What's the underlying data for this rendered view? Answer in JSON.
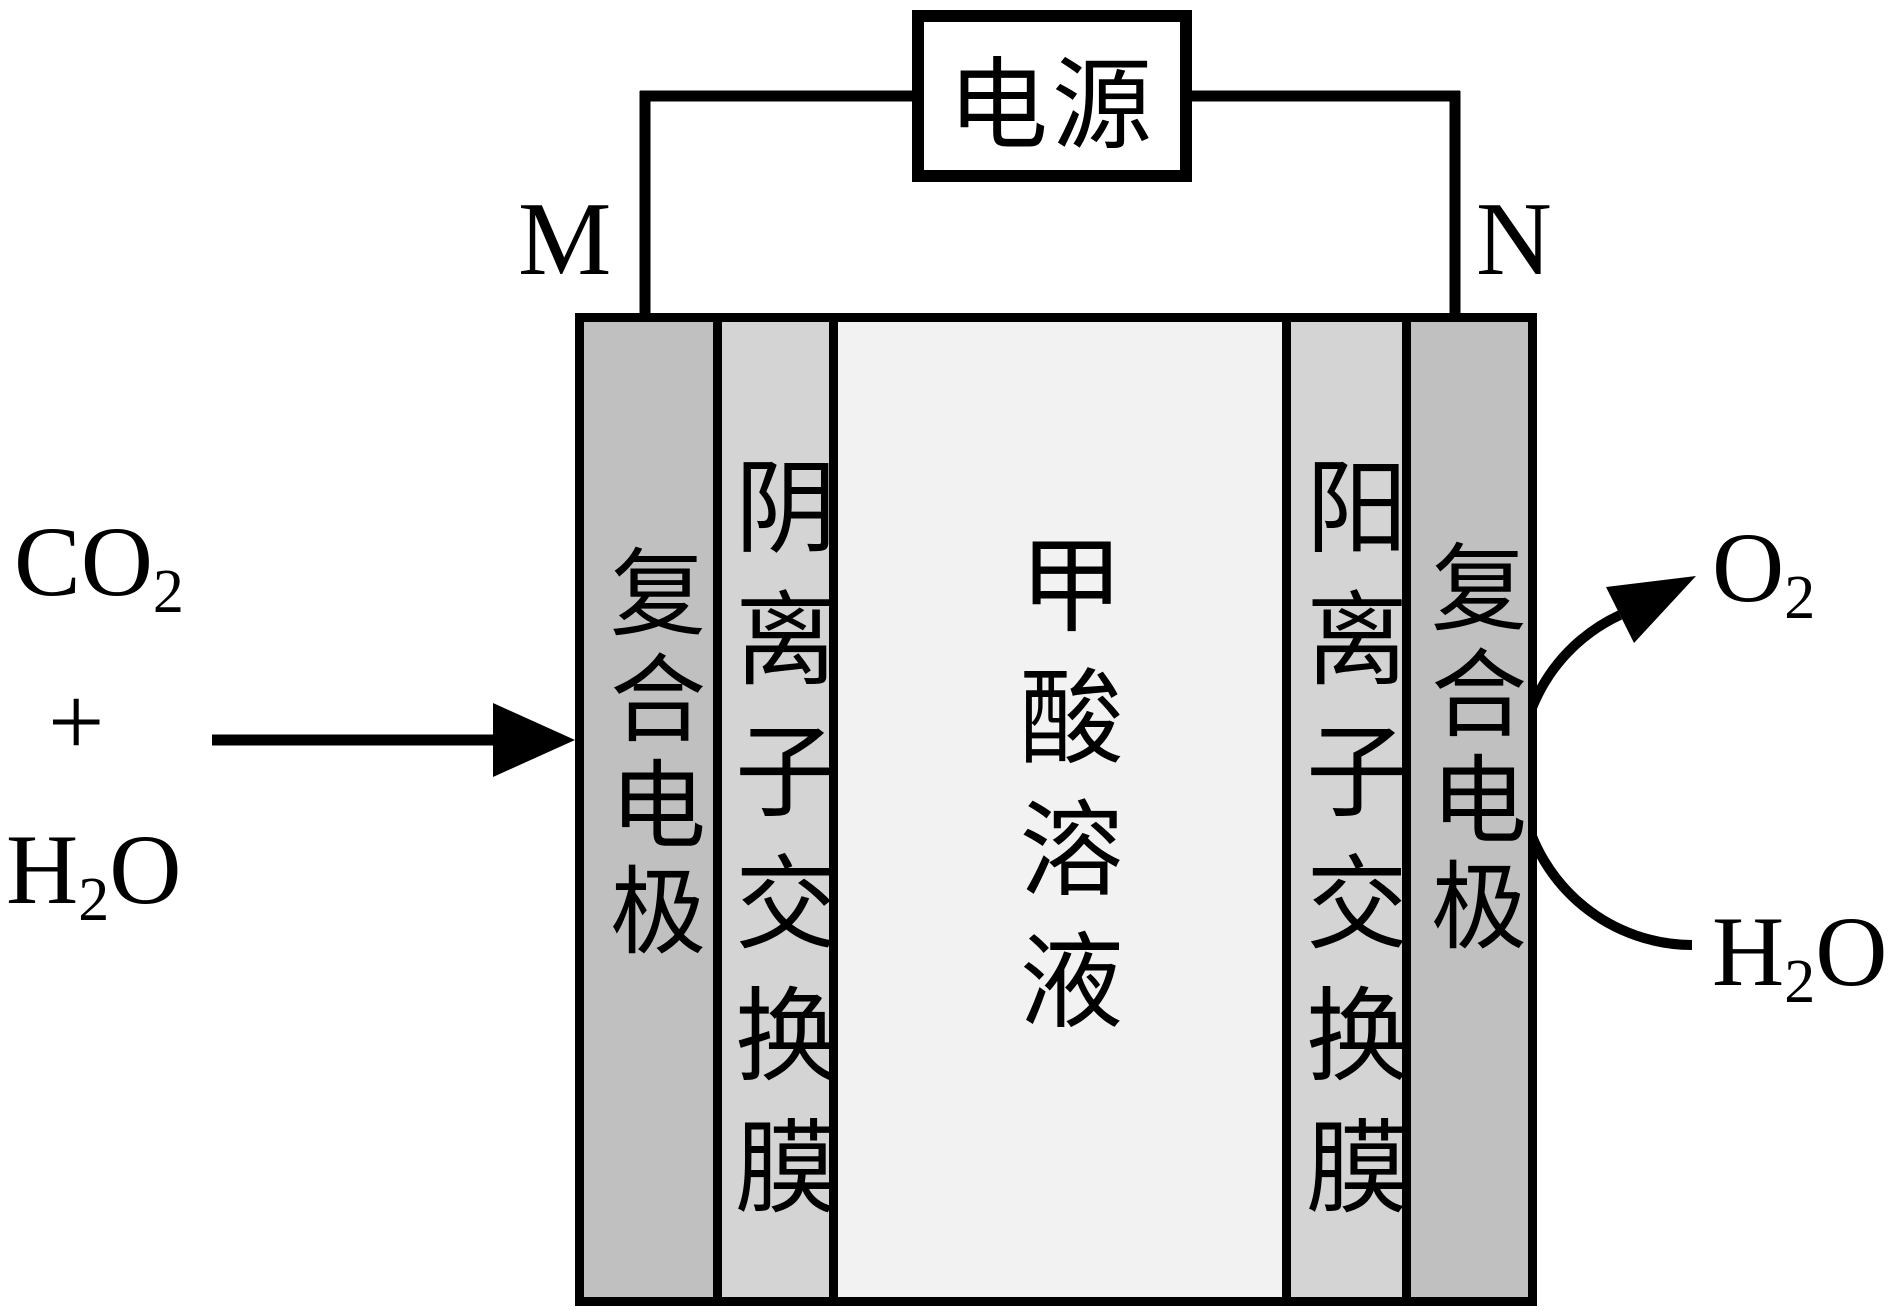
{
  "diagram": {
    "power_supply": {
      "label": "电源"
    },
    "terminals": {
      "left": "M",
      "right": "N"
    },
    "cell": {
      "layers": [
        {
          "id": "left-composite-electrode",
          "label": "复合电极",
          "color": "#c0c0c0"
        },
        {
          "id": "anion-exchange-membrane",
          "label": "阴离子交换膜",
          "color": "#d4d4d4"
        },
        {
          "id": "formic-acid-solution",
          "label": "甲酸溶液",
          "color": "#f2f2f2"
        },
        {
          "id": "cation-exchange-membrane",
          "label": "阳离子交换膜",
          "color": "#d4d4d4"
        },
        {
          "id": "right-composite-electrode",
          "label": "复合电极",
          "color": "#c0c0c0"
        }
      ],
      "border_color": "#000000"
    },
    "left_reactants": {
      "co2": {
        "base": "CO",
        "sub": "2"
      },
      "plus": "+",
      "h2o": {
        "h": "H",
        "sub": "2",
        "o": "O"
      }
    },
    "right_products": {
      "o2": {
        "base": "O",
        "sub": "2"
      },
      "h2o": {
        "h": "H",
        "sub": "2",
        "o": "O"
      }
    },
    "line_color": "#000000"
  }
}
